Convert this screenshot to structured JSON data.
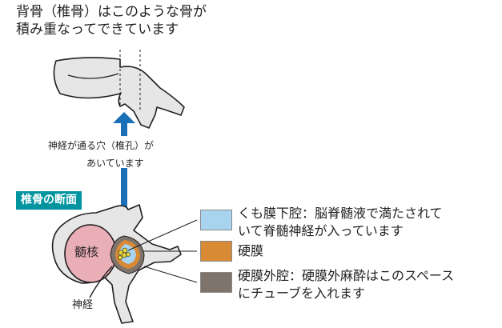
{
  "title": {
    "line1": "背骨（椎骨）はこのような骨が",
    "line2": "積み重なってできています"
  },
  "canal_note": {
    "line1": "神経が通る穴（椎孔）が",
    "line2": "あいています"
  },
  "section_label": "椎骨の断面",
  "labels": {
    "nucleus": "髄核",
    "nerve": "神経"
  },
  "legend": [
    {
      "line1": "くも膜下腔：脳脊髄液で満たされて",
      "line2": "いて脊髄神経が入っています",
      "color": "#a9d4ef"
    },
    {
      "line1": "硬膜",
      "line2": "",
      "color": "#d98a34"
    },
    {
      "line1": "硬膜外腔：硬膜外麻酔はこのスペース",
      "line2": "にチューブを入れます",
      "color": "#7f746c"
    }
  ],
  "colors": {
    "arrow": "#1a6fb6",
    "bone": "#e6e6e6",
    "nucleus": "#e9aeb6",
    "badge": "#00949e"
  }
}
